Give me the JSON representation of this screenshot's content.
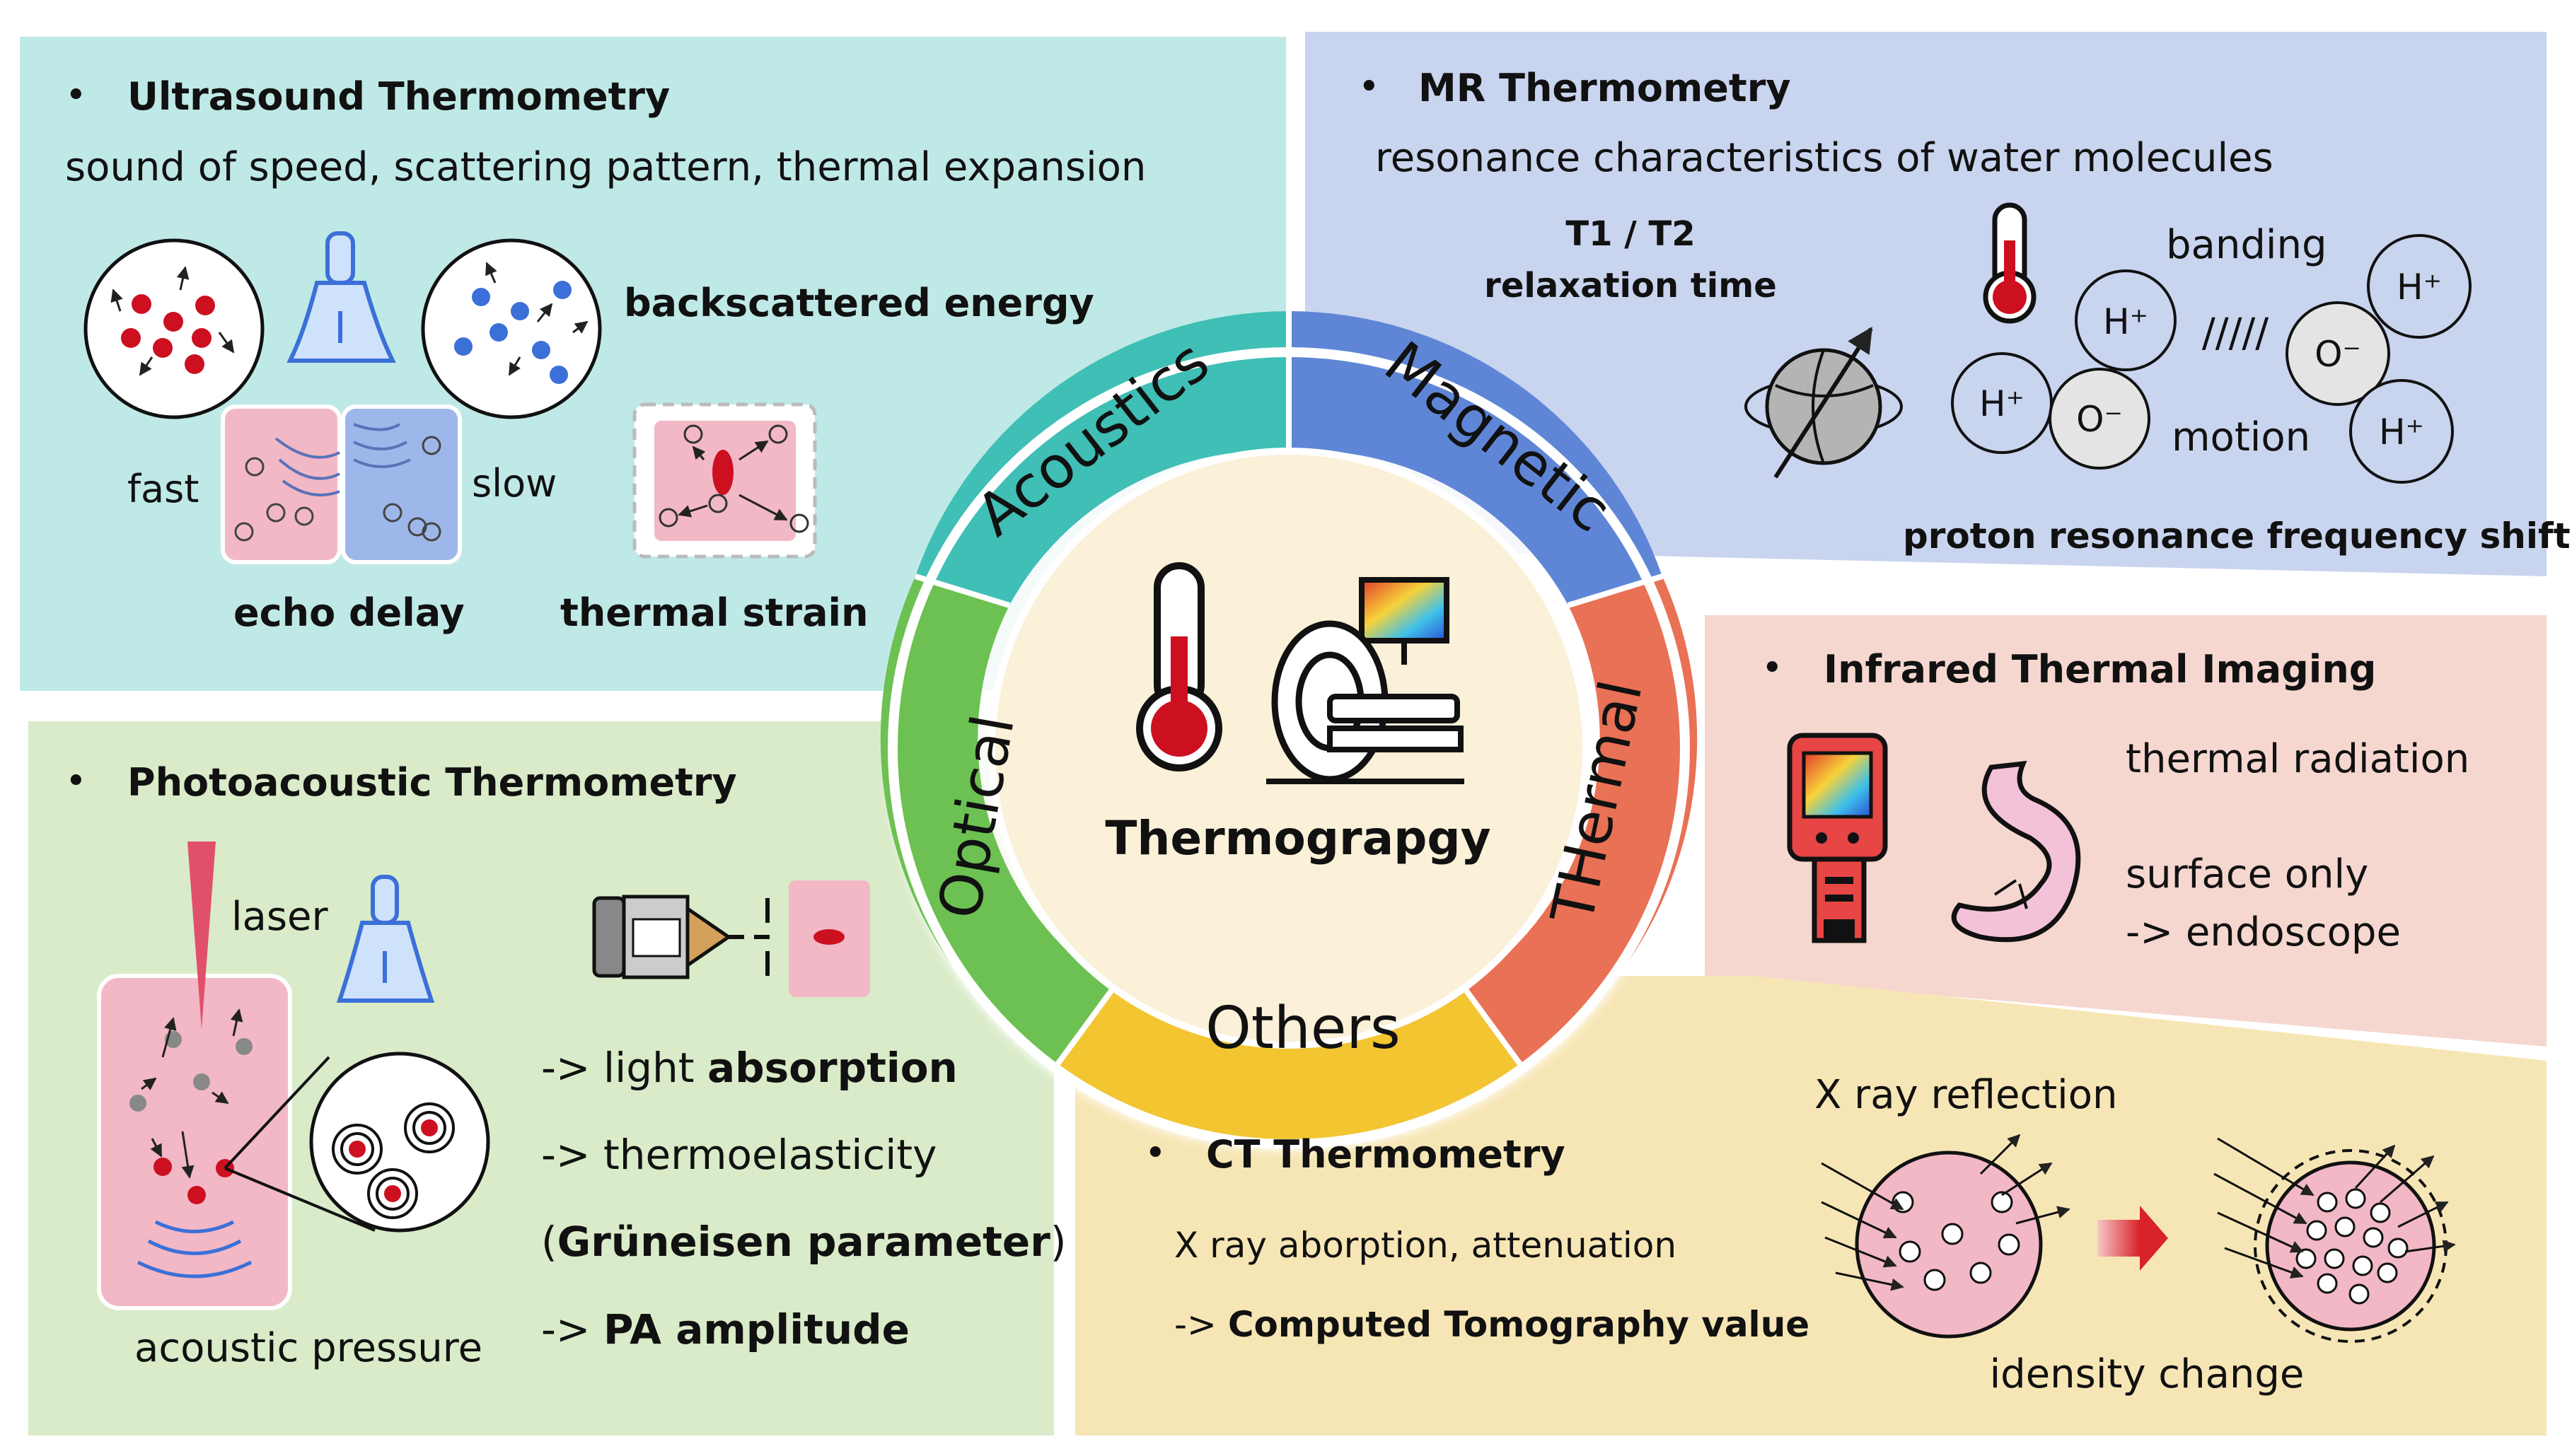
{
  "center": {
    "title": "Thermograpgy",
    "segments": {
      "acoustics": "Acoustics",
      "magnetic": "Magnetic",
      "thermal": "THermal",
      "others": "Others",
      "optical": "Optical"
    }
  },
  "ultrasound": {
    "bullet": "•",
    "title": "Ultrasound Thermometry",
    "subtitle": "sound of speed, scattering pattern, thermal expansion",
    "backscattered": "backscattered energy",
    "fast": "fast",
    "slow": "slow",
    "echo_delay": "echo delay",
    "thermal_strain": "thermal strain"
  },
  "mr": {
    "bullet": "•",
    "title": "MR Thermometry",
    "subtitle": "resonance characteristics of water molecules",
    "t1t2": "T1 / T2",
    "relaxation": "relaxation time",
    "banding": "banding",
    "motion": "motion",
    "prf": "proton resonance frequency shift",
    "h_plus": "H⁺",
    "o_minus": "O⁻",
    "dashes": "/////"
  },
  "photoacoustic": {
    "bullet": "•",
    "title": "Photoacoustic Thermometry",
    "laser": "laser",
    "acoustic_pressure": "acoustic pressure",
    "line1_prefix": "-> light ",
    "line1_bold": "absorption",
    "line2": "-> thermoelasticity",
    "line3_open": "(",
    "line3_bold": "Grüneisen parameter",
    "line3_close": ")",
    "line4_prefix": "-> ",
    "line4_bold": "PA amplitude"
  },
  "infrared": {
    "bullet": "•",
    "title": "Infrared Thermal Imaging",
    "thermal_radiation": "thermal radiation",
    "surface_only": "surface only",
    "endoscope": "-> endoscope"
  },
  "ct": {
    "bullet": "•",
    "title": "CT Thermometry",
    "subtitle": "X ray aborption, attenuation",
    "value_prefix": "-> ",
    "value_bold": "Computed Tomography value",
    "xray_reflection": "X ray reflection",
    "density_change": "idensity change"
  },
  "colors": {
    "ultrasound_bg": "#bfe9e6",
    "mr_bg": "#c9d4ef",
    "photoacoustic_bg": "#d9ebc8",
    "infrared_bg": "#f5d7cf",
    "ct_bg": "#f7e6b5",
    "ring_cream": "#fbf0d8",
    "seg_acoustics": "#3fbfb5",
    "seg_magnetic": "#5f86d6",
    "seg_thermal": "#e97155",
    "seg_others": "#f2c531",
    "seg_optical": "#6cc152",
    "tissue_pink": "#f2b8c6",
    "tissue_blue": "#9db7ea",
    "dot_red": "#cc1020",
    "dot_blue": "#3b70d8",
    "dot_gray": "#888888"
  }
}
